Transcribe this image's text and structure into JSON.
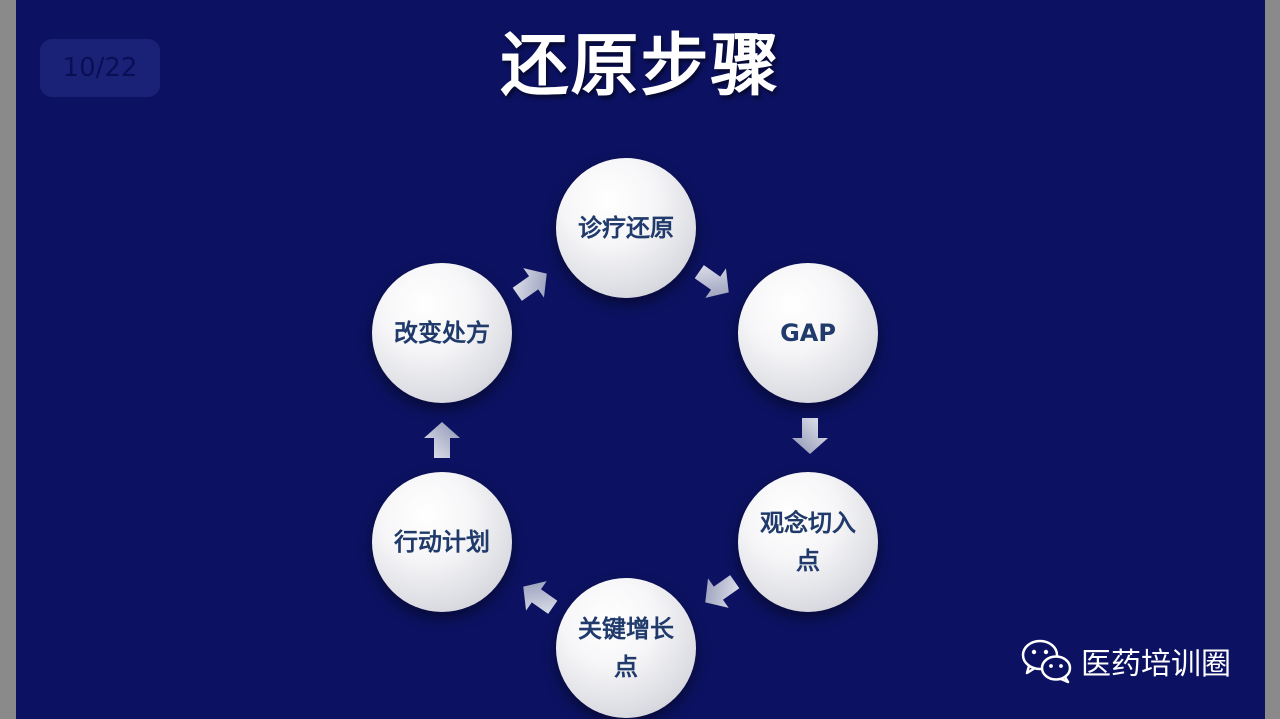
{
  "page_counter": "10/22",
  "title": "还原步骤",
  "cycle": {
    "nodes": [
      {
        "label": "诊疗还原"
      },
      {
        "label": "GAP"
      },
      {
        "label": "观念切入点"
      },
      {
        "label": "关键增长点"
      },
      {
        "label": "行动计划"
      },
      {
        "label": "改变处方"
      }
    ]
  },
  "watermark": {
    "text": "医药培训圈",
    "icon": "wechat-icon"
  },
  "colors": {
    "background": "#0c1261",
    "node_text": "#1f3a6b",
    "title": "#ffffff"
  }
}
